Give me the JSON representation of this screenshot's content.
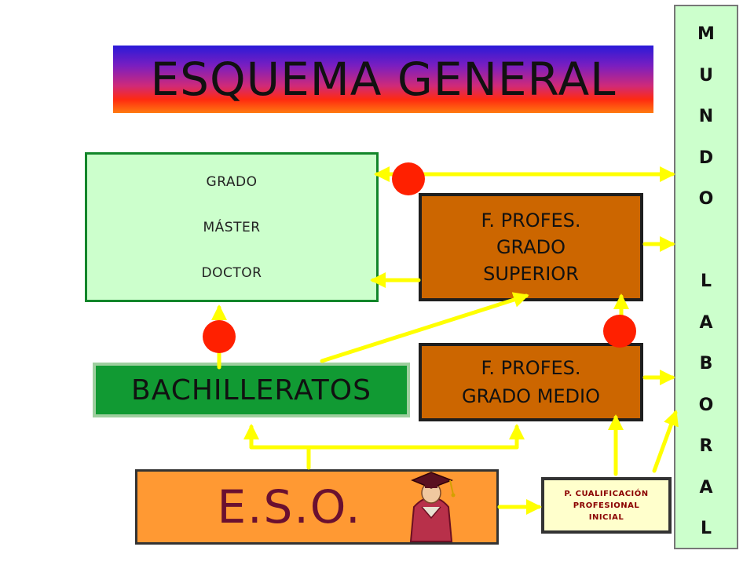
{
  "title": "ESQUEMA GENERAL",
  "university": {
    "items": [
      "GRADO",
      "MÁSTER",
      "DOCTOR"
    ]
  },
  "fp_superior": {
    "lines": [
      "F. PROFES.",
      "GRADO",
      "SUPERIOR"
    ]
  },
  "fp_medio": {
    "lines": [
      "F. PROFES.",
      "GRADO MEDIO"
    ]
  },
  "bachilleratos": "BACHILLERATOS",
  "eso": "E.S.O.",
  "pcpi": {
    "lines": [
      "P. CUALIFICACIÓN",
      "PROFESIONAL",
      "INICIAL"
    ]
  },
  "mundo_laboral": {
    "word1": "MUNDO",
    "word2": "LABORAL"
  },
  "colors": {
    "arrow": "#ffff00",
    "node": "#ff2000",
    "banner_top": "#2a1ad8",
    "banner_bottom": "#ff7a10"
  },
  "icons": {
    "graduate": "graduate-figure-icon"
  }
}
